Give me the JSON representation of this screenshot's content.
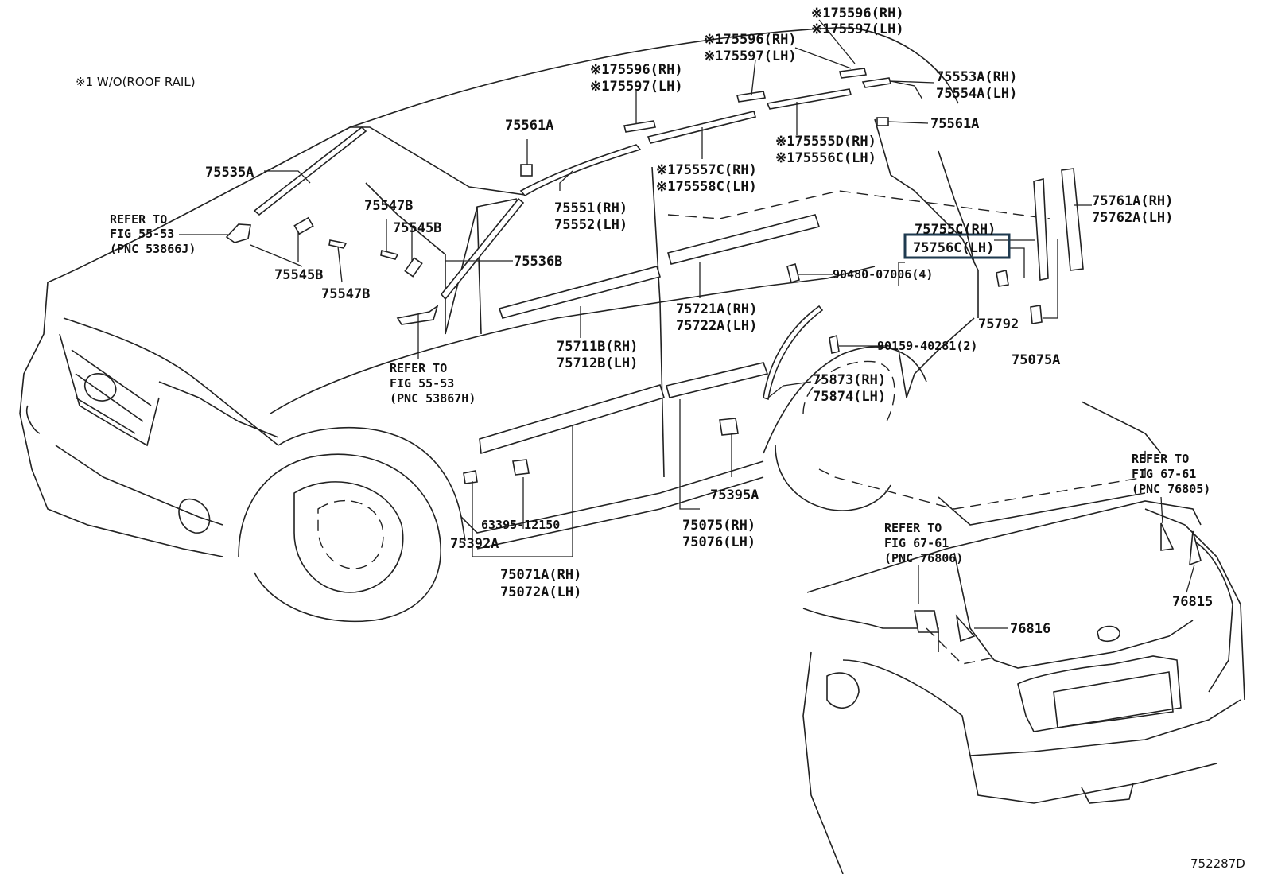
{
  "diagram": {
    "footnote": "※1 W/O(ROOF RAIL)",
    "figure_code": "752287D",
    "labels": {
      "p75596_rh_top": "※175596(RH)",
      "p75597_lh_top": "※175597(LH)",
      "p75596_rh_mid": "※175596(RH)",
      "p75597_lh_mid": "※175597(LH)",
      "p75596_rh_left": "※175596(RH)",
      "p75597_lh_left": "※175597(LH)",
      "p75553a": "75553A(RH)",
      "p75554a": "75554A(LH)",
      "p75561a_right": "75561A",
      "p75561a_left": "75561A",
      "p75555d": "※175555D(RH)",
      "p75556c": "※175556C(LH)",
      "p75557c": "※175557C(RH)",
      "p75558c": "※175558C(LH)",
      "p75535a": "75535A",
      "p75547b_top": "75547B",
      "p75545b_top": "75545B",
      "p75551": "75551(RH)",
      "p75552": "75552(LH)",
      "p75536b": "75536B",
      "p75545b_bot": "75545B",
      "p75547b_bot": "75547B",
      "p75755c": "75755C(RH)",
      "p75756c": "75756C(LH)",
      "p75761a": "75761A(RH)",
      "p75762a": "75762A(LH)",
      "p90480": "90480-07006(4)",
      "p75721a": "75721A(RH)",
      "p75722a": "75722A(LH)",
      "p75711b": "75711B(RH)",
      "p75712b": "75712B(LH)",
      "p75792": "75792",
      "p90159": "90159-40281(2)",
      "p75075a": "75075A",
      "p75873": "75873(RH)",
      "p75874": "75874(LH)",
      "p75395a": "75395A",
      "p63395": "63395-12150",
      "p75392a": "75392A",
      "p75075": "75075(RH)",
      "p75076": "75076(LH)",
      "p75071a": "75071A(RH)",
      "p75072a": "75072A(LH)",
      "p76816": "76816",
      "p76815": "76815"
    },
    "refs": {
      "ref_53866j": {
        "line1": "REFER TO",
        "line2": "FIG 55-53",
        "line3": "(PNC 53866J)"
      },
      "ref_53867h": {
        "line1": "REFER TO",
        "line2": "FIG 55-53",
        "line3": "(PNC 53867H)"
      },
      "ref_76805": {
        "line1": "REFER TO",
        "line2": "FIG 67-61",
        "line3": "(PNC 76805)"
      },
      "ref_76806": {
        "line1": "REFER TO",
        "line2": "FIG 67-61",
        "line3": "(PNC 76806)"
      }
    },
    "highlight_color": "#1e3a4f"
  }
}
